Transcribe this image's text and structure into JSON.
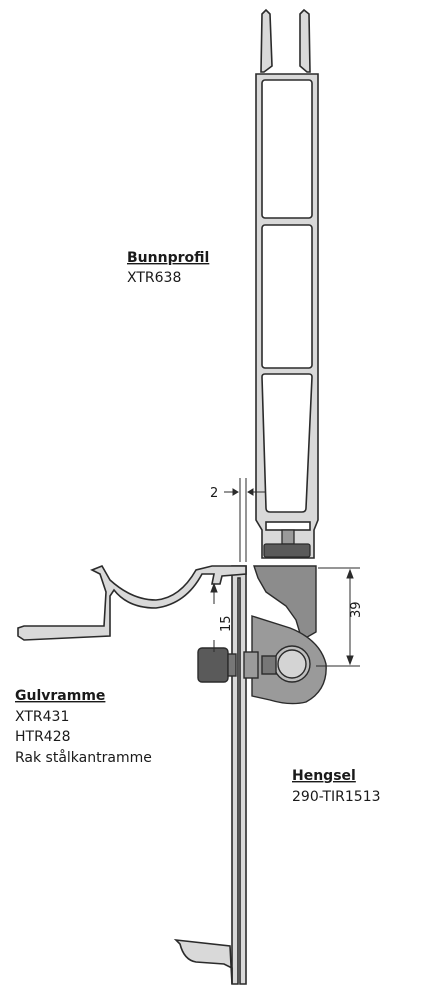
{
  "labels": {
    "bunnprofil": {
      "title": "Bunnprofil",
      "lines": [
        "XTR638"
      ]
    },
    "gulvramme": {
      "title": "Gulvramme",
      "lines": [
        "XTR431",
        "HTR428",
        "Rak stålkantramme"
      ]
    },
    "hengsel": {
      "title": "Hengsel",
      "lines": [
        "290-TIR1513"
      ]
    }
  },
  "dimensions": {
    "gap": "2",
    "hinge_height": "39",
    "offset": "15"
  },
  "colors": {
    "profile_fill": "#d9d9d9",
    "profile_stroke": "#2b2b2b",
    "hinge_fill": "#8c8c8c",
    "bolt_fill": "#5a5a5a"
  }
}
